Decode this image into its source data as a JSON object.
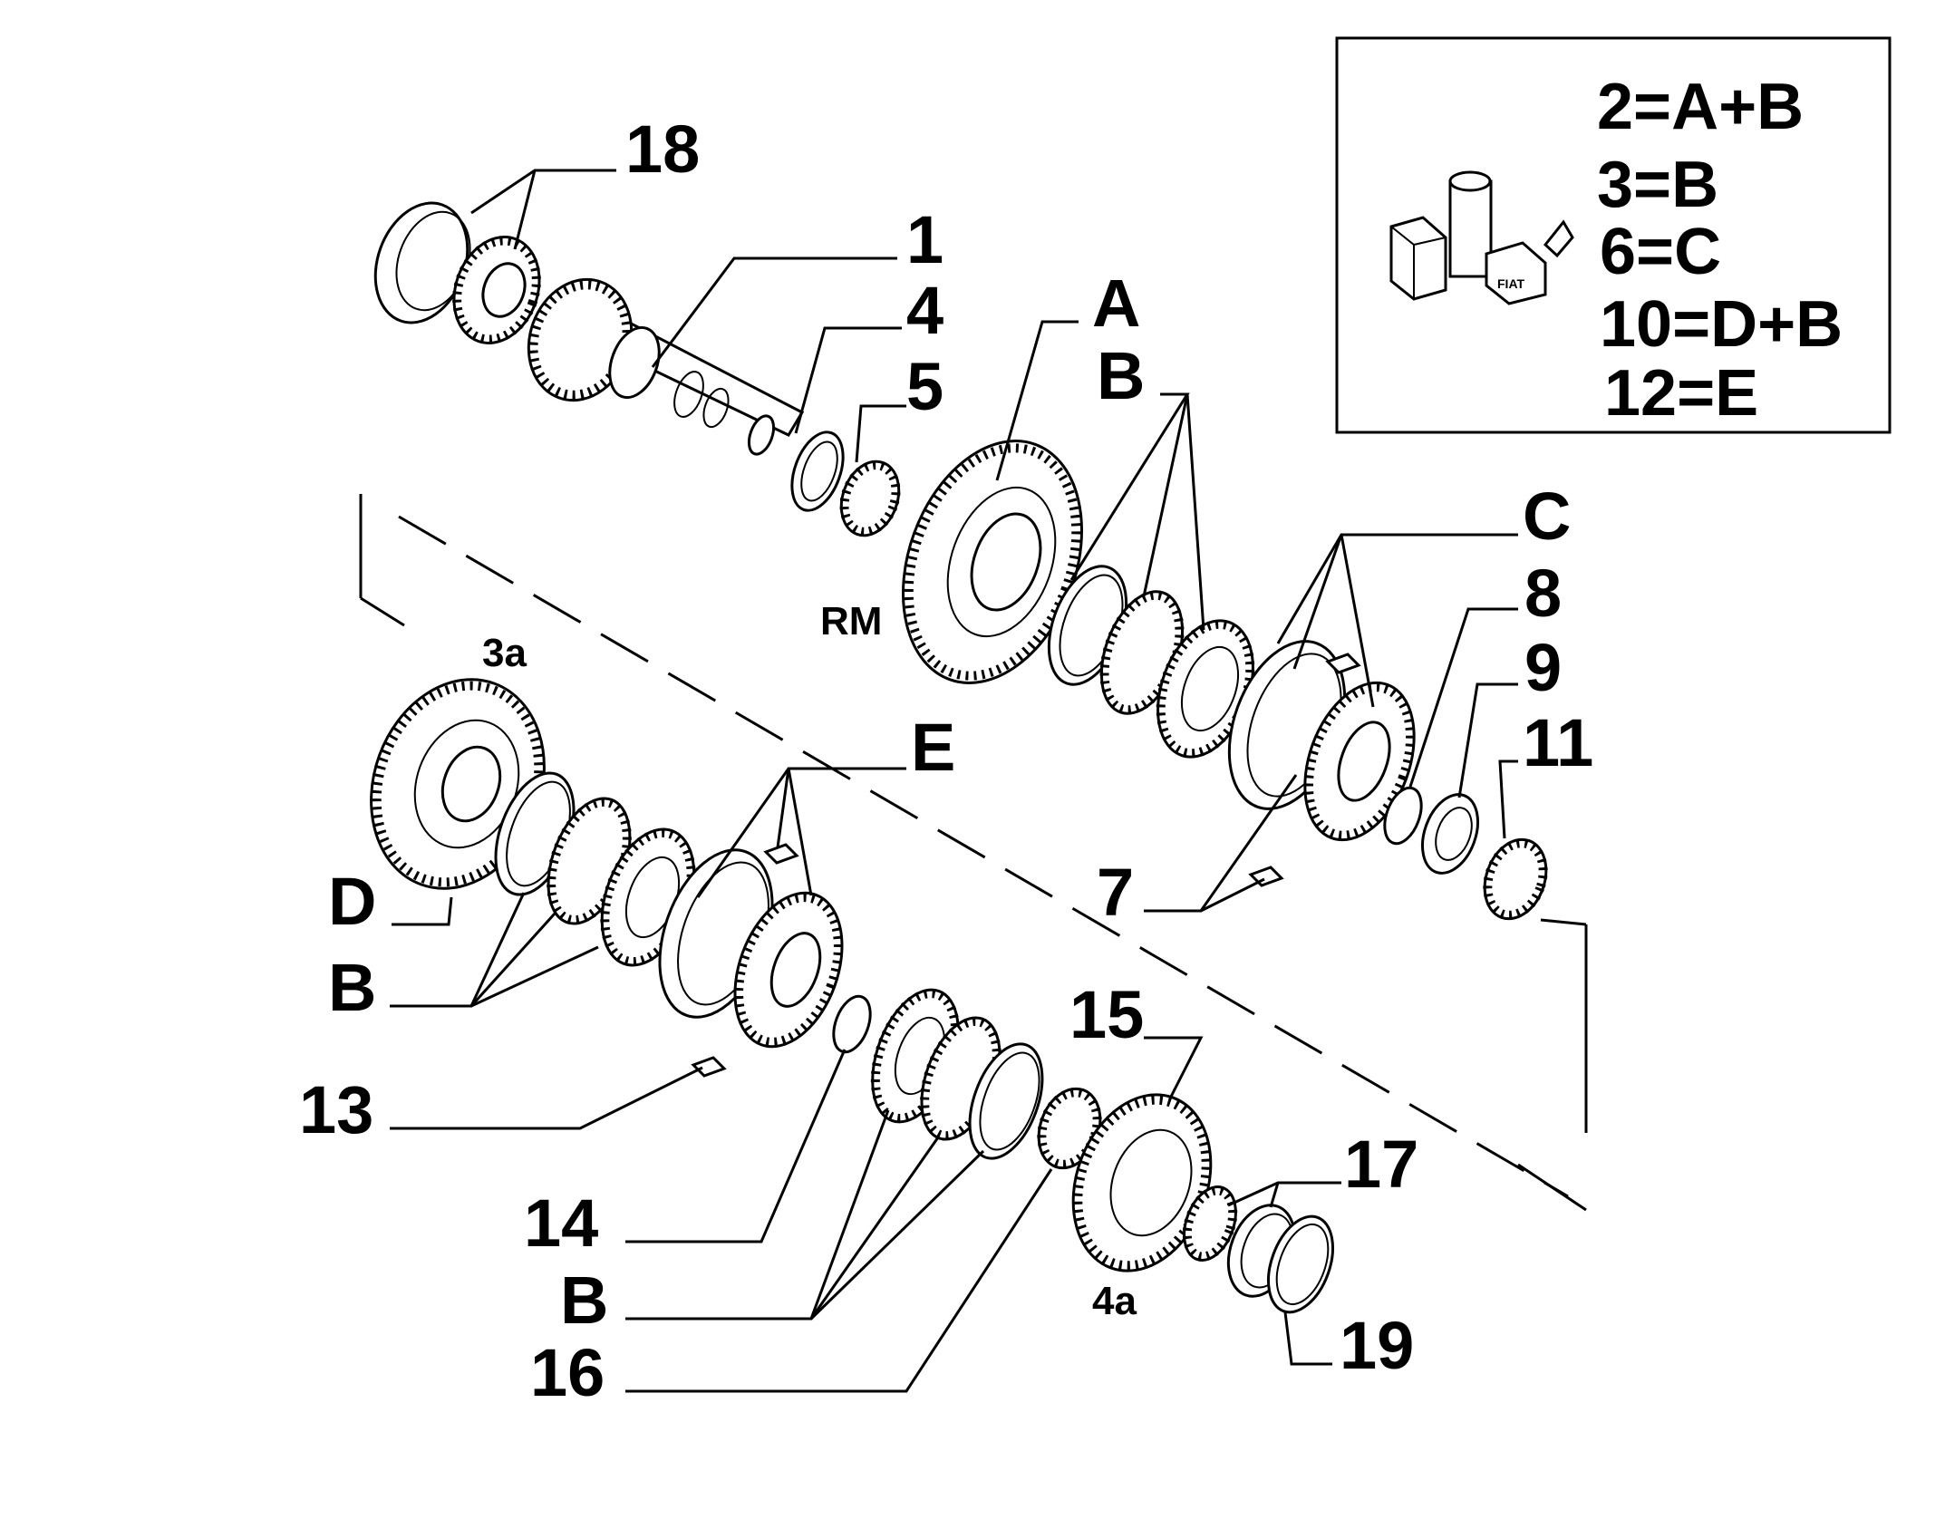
{
  "callouts": {
    "c18": "18",
    "c1": "1",
    "c4": "4",
    "c5": "5",
    "cA": "A",
    "cB_top": "B",
    "cC": "C",
    "c8": "8",
    "c9": "9",
    "c11": "11",
    "c7": "7",
    "cE": "E",
    "cD": "D",
    "cB_left": "B",
    "c13": "13",
    "c15": "15",
    "c17": "17",
    "c14": "14",
    "cB_bottom": "B",
    "c16": "16",
    "c19": "19"
  },
  "gear_labels": {
    "rm": "RM",
    "g3a": "3a",
    "g4a": "4a"
  },
  "legend": {
    "lines": [
      "2=A+B",
      "3=B",
      "6=C",
      "10=D+B",
      "12=E"
    ],
    "icon": "fiat-parts-box-icon",
    "icon_text": "FIAT"
  }
}
